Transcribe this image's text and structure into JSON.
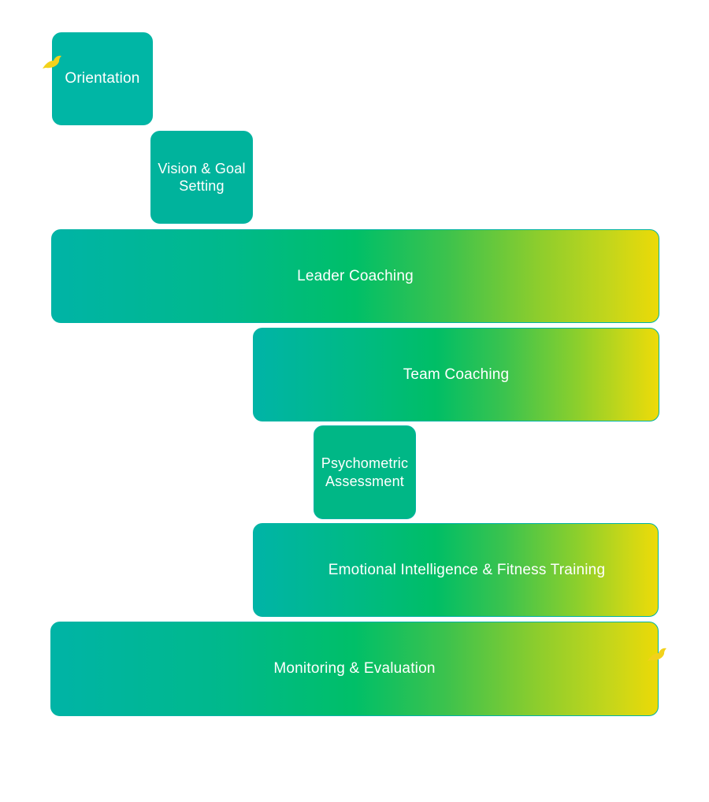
{
  "steps": [
    {
      "id": "orientation",
      "label": "Orientation"
    },
    {
      "id": "vision-goal-setting",
      "label": "Vision & Goal\nSetting"
    },
    {
      "id": "leader-coaching",
      "label": "Leader Coaching"
    },
    {
      "id": "team-coaching",
      "label": "Team Coaching"
    },
    {
      "id": "psychometric-assessment",
      "label": "Psychometric\nAssessment"
    },
    {
      "id": "emotional-intelligence",
      "label": "Emotional Intelligence & Fitness Training"
    },
    {
      "id": "monitoring-evaluation",
      "label": "Monitoring & Evaluation"
    }
  ],
  "decorations": {
    "bird_icon_start": "bird-icon",
    "bird_icon_end": "bird-icon",
    "bird_color": "#f2d21b"
  },
  "colors": {
    "teal": "#00b4a6",
    "green": "#00bf68",
    "yellow": "#ecda07",
    "text": "#ffffff"
  }
}
